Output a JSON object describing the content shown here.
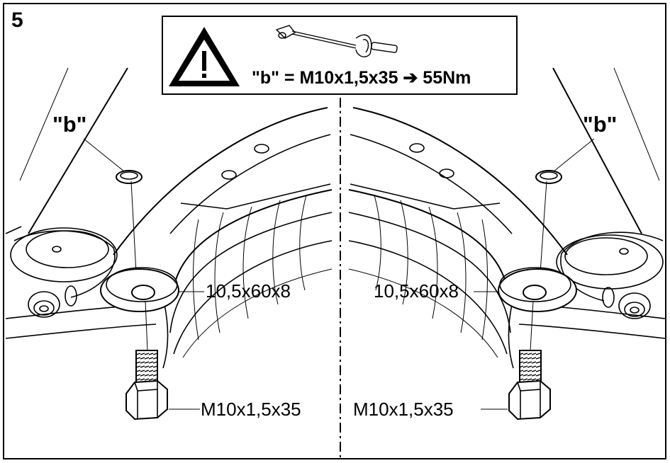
{
  "step_number": "5",
  "warning": {
    "icon": "warning-triangle-icon",
    "tool_icon": "torque-wrench-icon",
    "spec_text": "\"b\" = M10x1,5x35 ➔ 55Nm"
  },
  "labels": {
    "point_b": "\"b\"",
    "washer": "10,5x60x8",
    "bolt": "M10x1,5x35"
  }
}
